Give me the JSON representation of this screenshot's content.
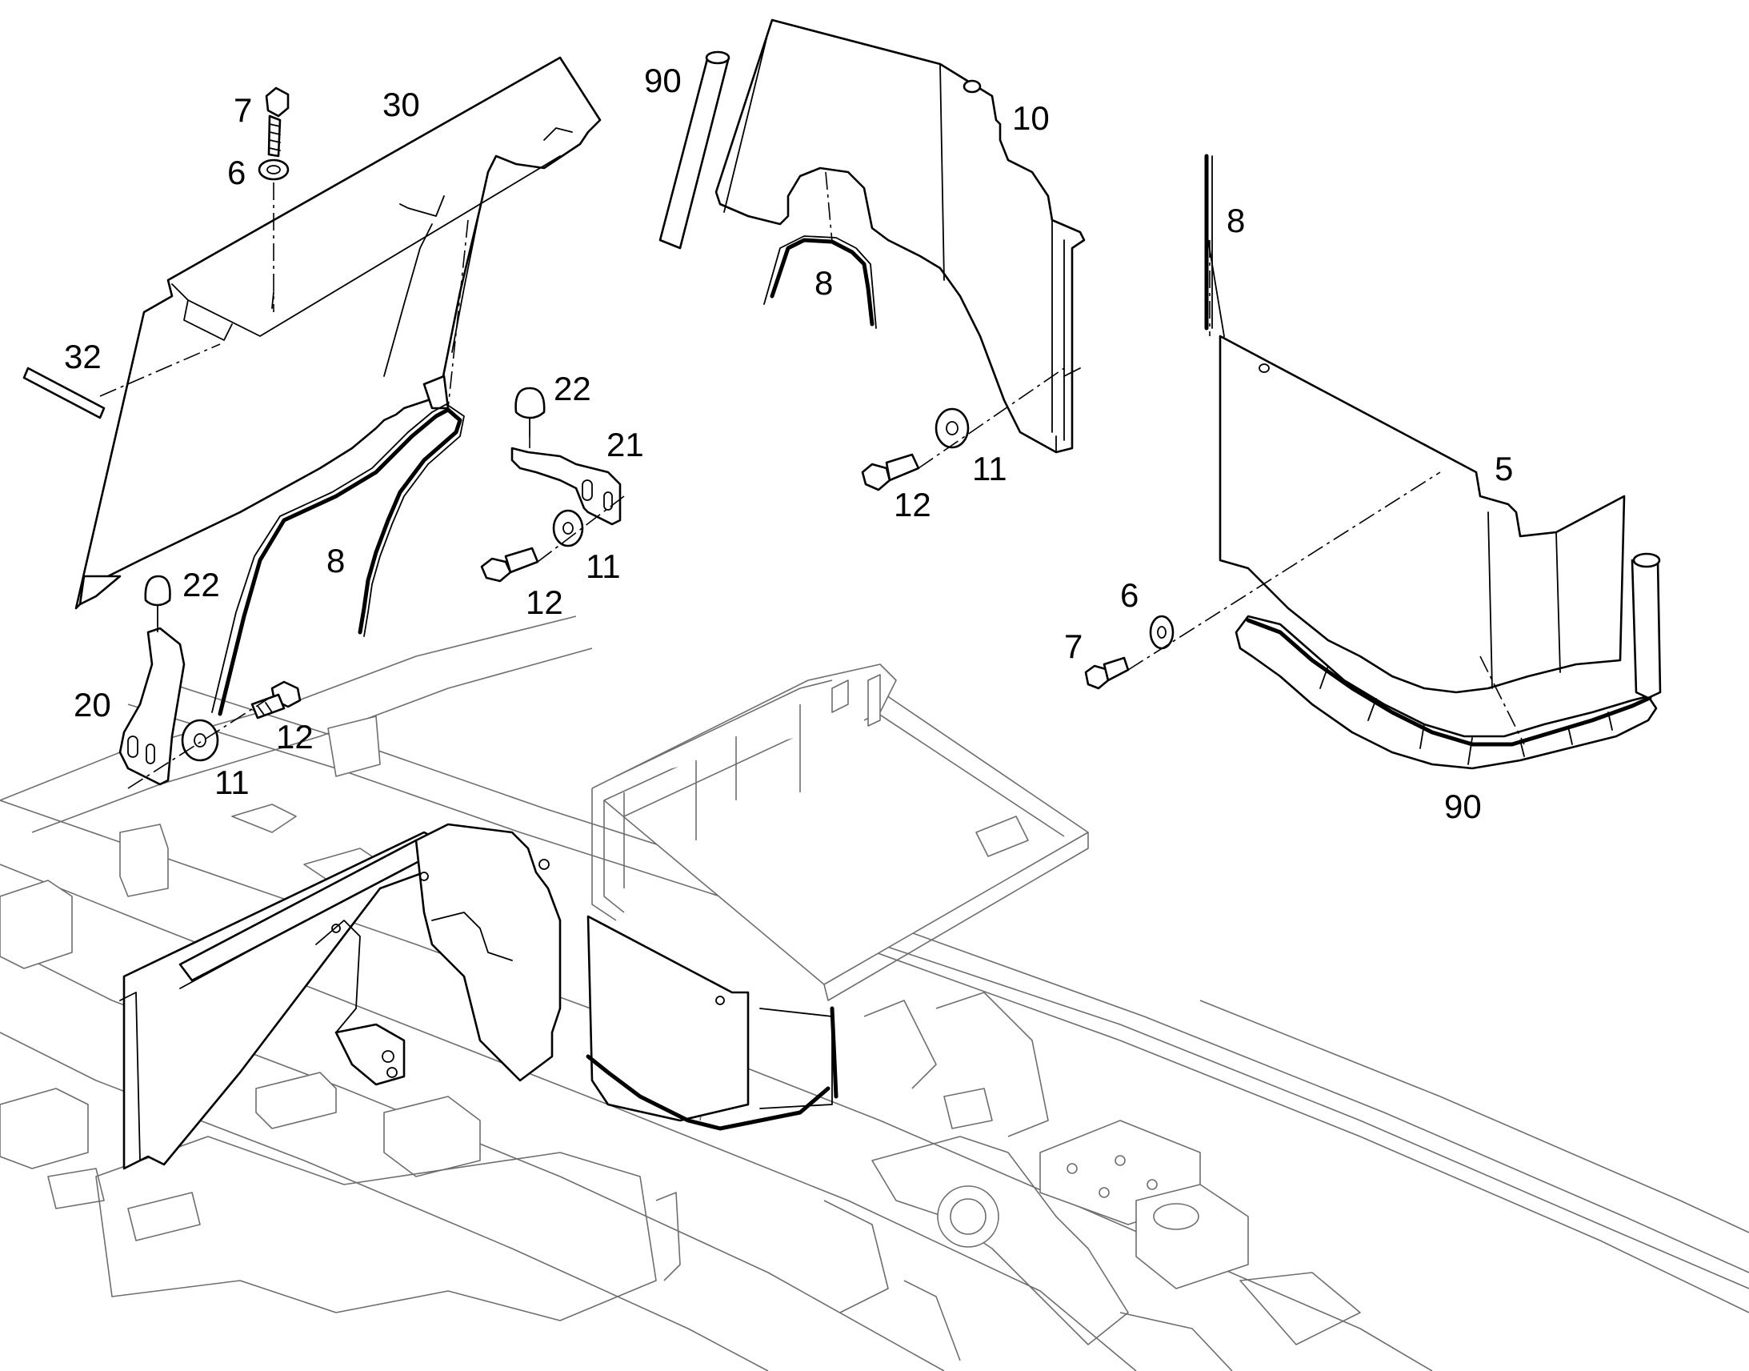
{
  "diagram": {
    "type": "exploded-parts-view",
    "line_color": "#000000",
    "frame_color": "#6e6e6e",
    "background": "#ffffff",
    "callouts": [
      {
        "id": "c7a",
        "label": "7"
      },
      {
        "id": "c30",
        "label": "30"
      },
      {
        "id": "c6a",
        "label": "6"
      },
      {
        "id": "c90a",
        "label": "90"
      },
      {
        "id": "c10",
        "label": "10"
      },
      {
        "id": "c8a",
        "label": "8"
      },
      {
        "id": "c8b",
        "label": "8"
      },
      {
        "id": "c32",
        "label": "32"
      },
      {
        "id": "c22a",
        "label": "22"
      },
      {
        "id": "c21",
        "label": "21"
      },
      {
        "id": "c11a",
        "label": "11"
      },
      {
        "id": "c12a",
        "label": "12"
      },
      {
        "id": "c5",
        "label": "5"
      },
      {
        "id": "c8c",
        "label": "8"
      },
      {
        "id": "c11b",
        "label": "11"
      },
      {
        "id": "c12b",
        "label": "12"
      },
      {
        "id": "c22b",
        "label": "22"
      },
      {
        "id": "c6b",
        "label": "6"
      },
      {
        "id": "c7b",
        "label": "7"
      },
      {
        "id": "c20",
        "label": "20"
      },
      {
        "id": "c12c",
        "label": "12"
      },
      {
        "id": "c11c",
        "label": "11"
      },
      {
        "id": "c90b",
        "label": "90"
      }
    ]
  }
}
